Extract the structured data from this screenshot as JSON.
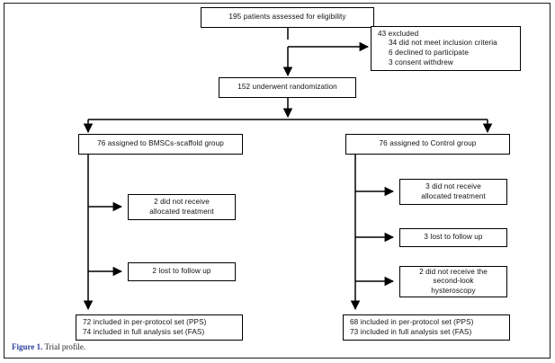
{
  "figure": {
    "label": "Figure 1.",
    "caption": "Trial profile.",
    "label_color": "#2b3f9e"
  },
  "flowchart": {
    "type": "consort-trial-profile",
    "nodes": {
      "eligibility": {
        "lines": [
          "195 patients assessed for eligibility"
        ]
      },
      "excluded": {
        "lines": [
          "43 excluded",
          "34 did not meet inclusion criteria",
          "6 declined to participate",
          "3 consent withdrew"
        ]
      },
      "randomization": {
        "lines": [
          "152 underwent randomization"
        ]
      },
      "arm_left": {
        "lines": [
          "76 assigned to BMSCs-scaffold group"
        ]
      },
      "arm_right": {
        "lines": [
          "76 assigned to Control group"
        ]
      },
      "left_excl_1": {
        "lines": [
          "2 did not receive",
          "allocated treatment"
        ]
      },
      "left_excl_2": {
        "lines": [
          "2 lost to follow up"
        ]
      },
      "right_excl_1": {
        "lines": [
          "3 did not receive",
          "allocated treatment"
        ]
      },
      "right_excl_2": {
        "lines": [
          "3 lost to follow up"
        ]
      },
      "right_excl_3": {
        "lines": [
          "2 did not receive the",
          "second-look",
          "hysteroscopy"
        ]
      },
      "result_left": {
        "lines": [
          "72 included in per-protocol set (PPS)",
          "74 included in full analysis set (FAS)"
        ]
      },
      "result_right": {
        "lines": [
          "68 included in per-protocol set (PPS)",
          "73 included in full analysis set (FAS)"
        ]
      }
    }
  }
}
